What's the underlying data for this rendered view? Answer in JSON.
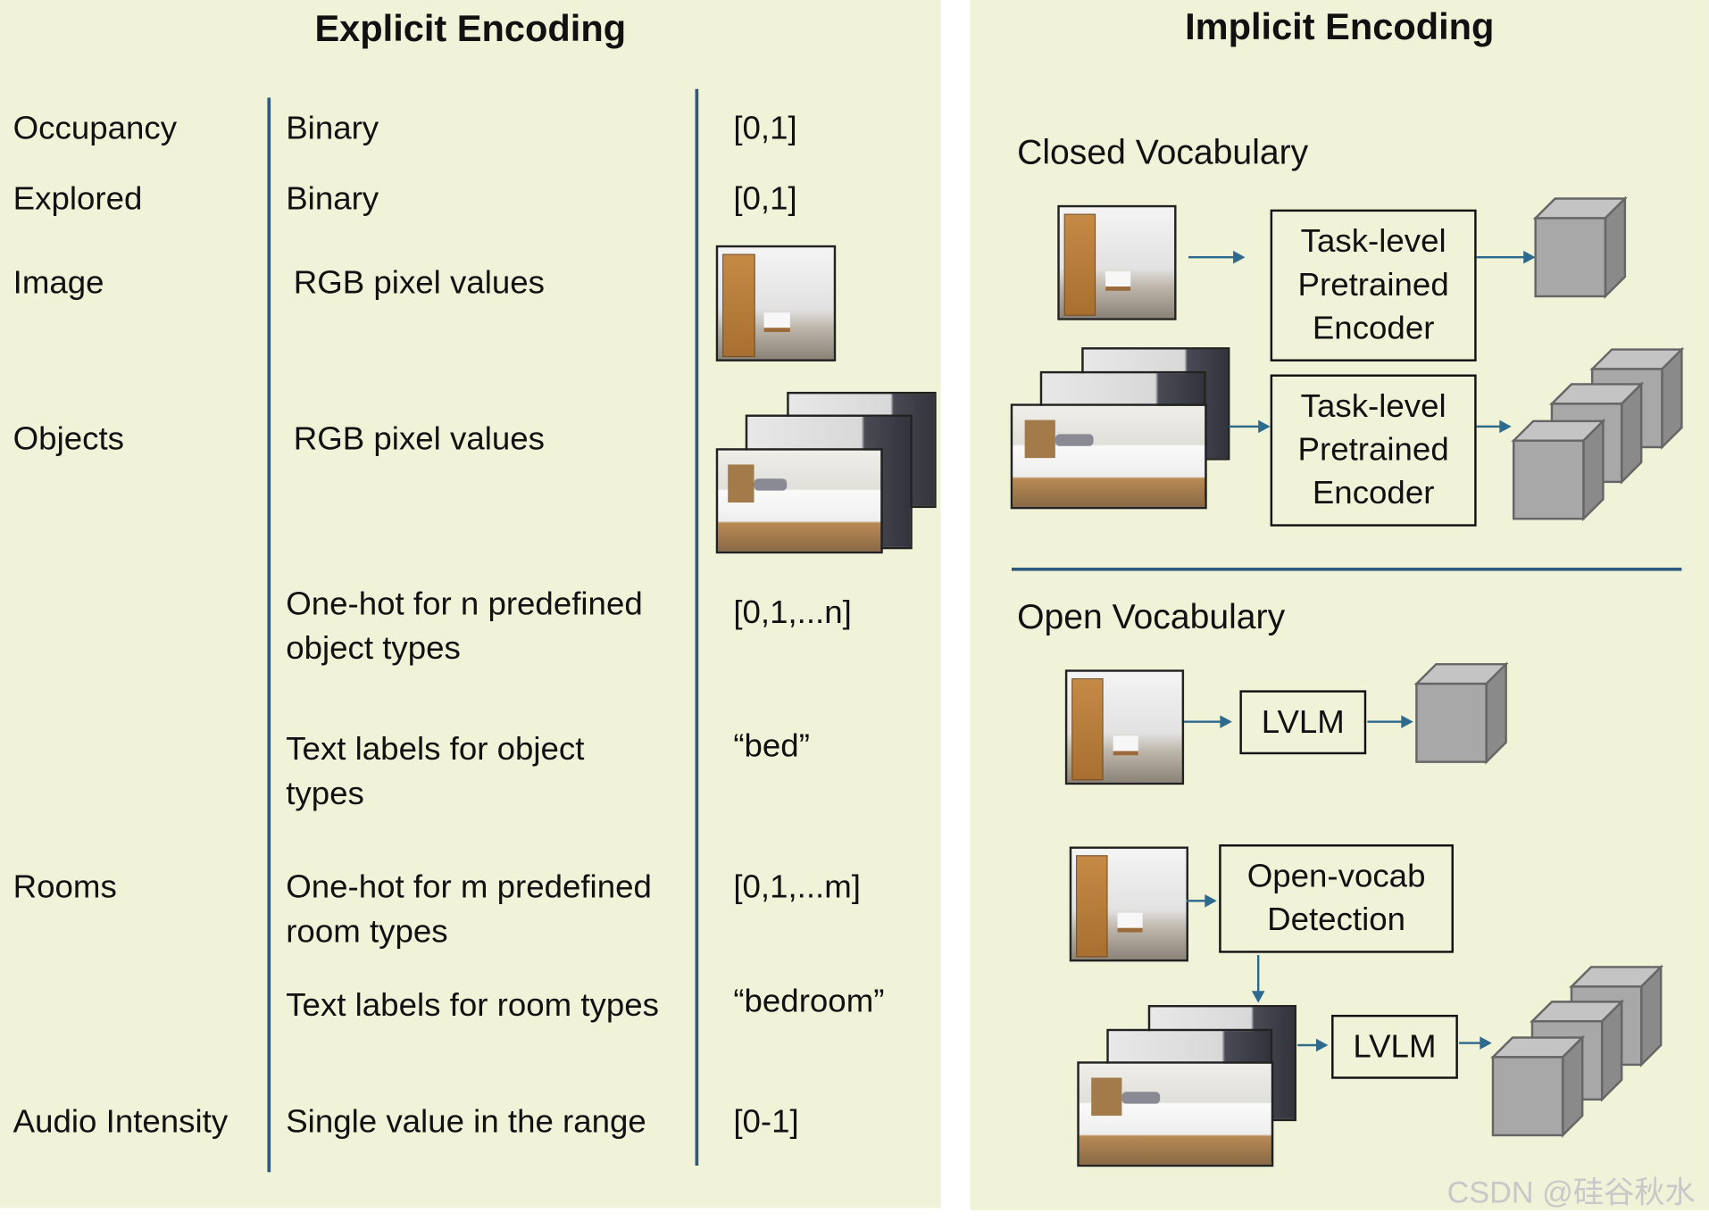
{
  "left_panel": {
    "title": "Explicit Encoding",
    "rows": [
      {
        "name": "Occupancy",
        "encoding": "Binary",
        "value": "[0,1]"
      },
      {
        "name": "Explored",
        "encoding": "Binary",
        "value": "[0,1]"
      },
      {
        "name": "Image",
        "encoding": "RGB pixel values",
        "value": ""
      },
      {
        "name": "Objects",
        "encoding": "RGB pixel values",
        "value": ""
      },
      {
        "name": "",
        "encoding_lines": [
          "One-hot for n predefined",
          "object types"
        ],
        "value": "[0,1,...n]"
      },
      {
        "name": "",
        "encoding_lines": [
          "Text labels for object",
          "types"
        ],
        "value": "“bed”"
      },
      {
        "name": "Rooms",
        "encoding_lines": [
          "One-hot for m predefined",
          "room types"
        ],
        "value": "[0,1,...m]"
      },
      {
        "name": "",
        "encoding": "Text labels for room types",
        "value": "“bedroom”"
      },
      {
        "name": "Audio Intensity",
        "encoding": "Single value in the range",
        "value": "[0-1]"
      }
    ]
  },
  "right_panel": {
    "title": "Implicit Encoding",
    "closed_vocab": {
      "heading": "Closed Vocabulary",
      "encoder_lines": [
        "Task-level",
        "Pretrained",
        "Encoder"
      ]
    },
    "open_vocab": {
      "heading": "Open Vocabulary",
      "lvlm_label": "LVLM",
      "detection_lines": [
        "Open-vocab",
        "Detection"
      ]
    }
  },
  "watermark": "CSDN @硅谷秋水",
  "colors": {
    "panel_bg": "#f0f3d8",
    "line": "#2e5a7e",
    "cube_fill": "#a8a8a8",
    "cube_stroke": "#666666"
  }
}
